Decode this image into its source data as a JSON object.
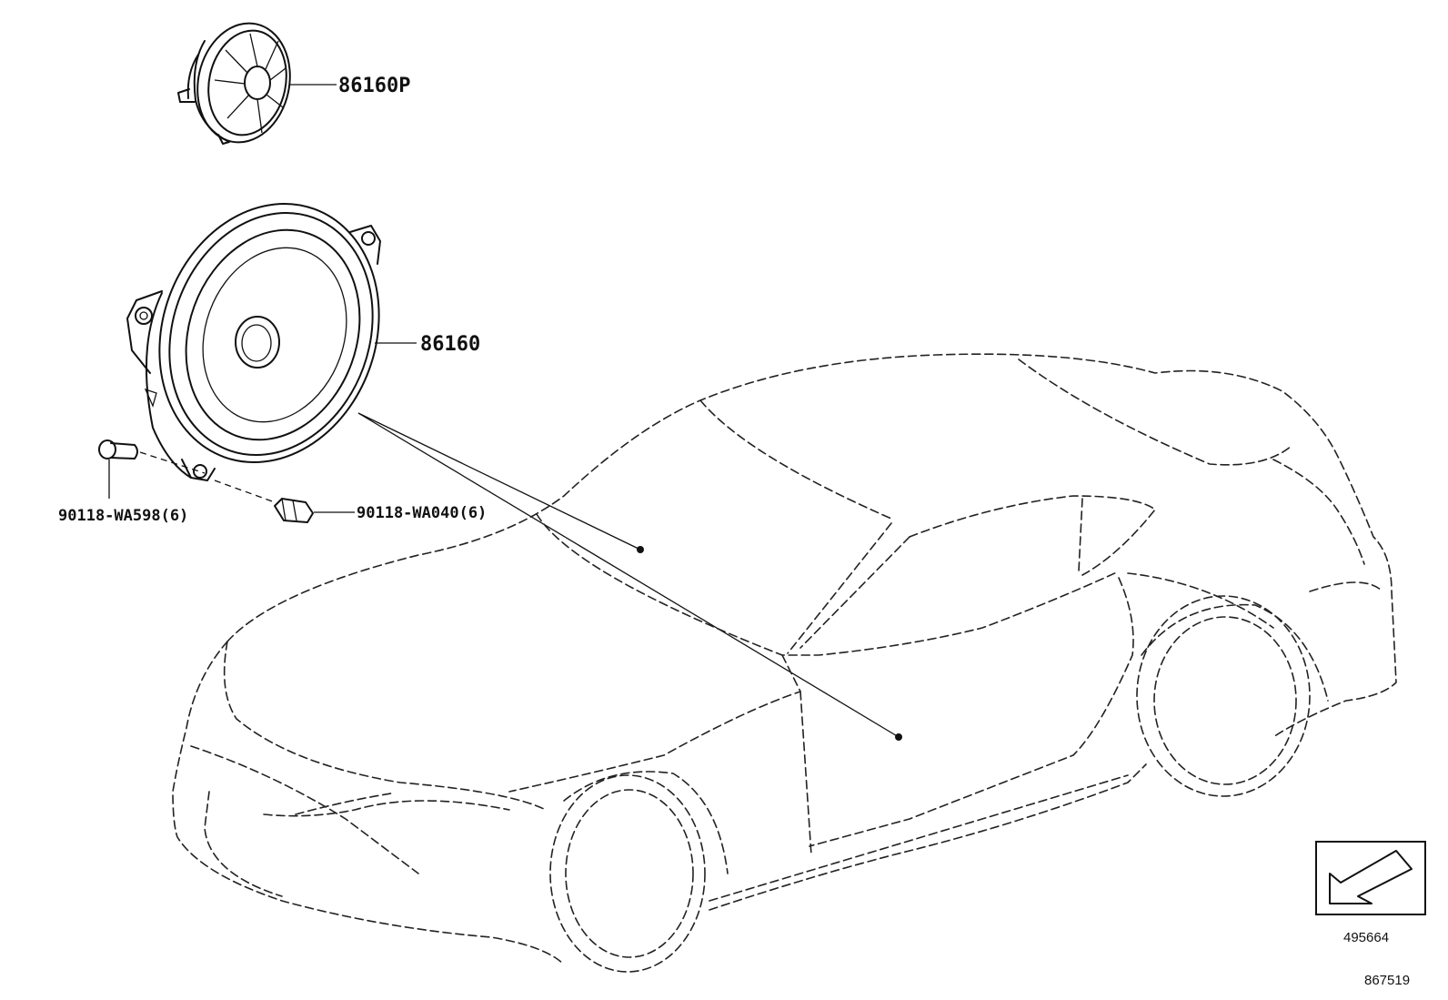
{
  "parts": {
    "tweeter": "86160P",
    "speaker": "86160",
    "screw": "90118-WA598(6)",
    "clip": "90118-WA040(6)"
  },
  "refs": {
    "diagram_ref": "495664",
    "page_ref": "867519"
  },
  "icons": {
    "direction": "front-direction-arrow-icon"
  }
}
